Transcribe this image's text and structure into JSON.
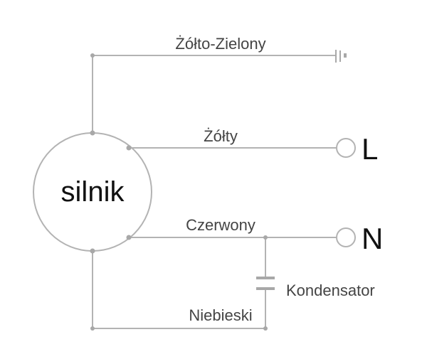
{
  "motor": {
    "label": "silnik"
  },
  "wires": {
    "ground": "Żółto-Zielony",
    "line": "Żółty",
    "neutral": "Czerwony",
    "return": "Niebieski"
  },
  "terminals": {
    "line": "L",
    "neutral": "N"
  },
  "capacitor": {
    "label": "Kondensator"
  },
  "colors": {
    "wire": "#b3b3b3",
    "node": "#a8a8a8",
    "text": "#444444",
    "letters": "#111111"
  },
  "icons": {
    "ground": "ground-symbol-icon",
    "terminal": "terminal-circle-icon",
    "capacitor": "capacitor-symbol-icon"
  }
}
